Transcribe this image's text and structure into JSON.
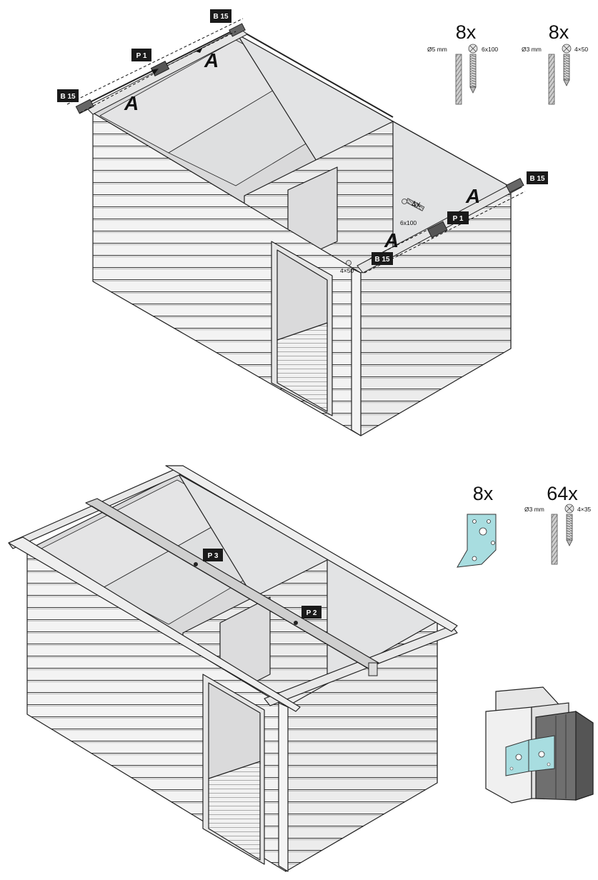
{
  "colors": {
    "accent": "#a8dde0",
    "line": "#222222",
    "panel": "#e9eaeb",
    "floor": "#dcdcdd",
    "tag": "#1a1a1a"
  },
  "step1": {
    "tags": {
      "b15_top": "B 15",
      "p1_top": "P 1",
      "b15_left": "B 15",
      "b15_right": "B 15",
      "p1_right": "P 1",
      "b15_front": "B 15"
    },
    "letters": {
      "a1": "A",
      "a2": "A",
      "a3": "A",
      "a4": "A"
    },
    "screw_callout": {
      "count": "4x",
      "size": "6x100"
    },
    "corner_label": "4×50",
    "hardware": [
      {
        "count": "8x",
        "drill": "Ø5 mm",
        "screw": "6x100"
      },
      {
        "count": "8x",
        "drill": "Ø3 mm",
        "screw": "4×50"
      }
    ]
  },
  "step2": {
    "tags": {
      "p3": "P 3",
      "p2": "P 2"
    },
    "hardware": [
      {
        "count": "8x",
        "item": "angle-bracket"
      },
      {
        "count": "64x",
        "drill": "Ø3 mm",
        "screw": "4×35"
      }
    ]
  }
}
